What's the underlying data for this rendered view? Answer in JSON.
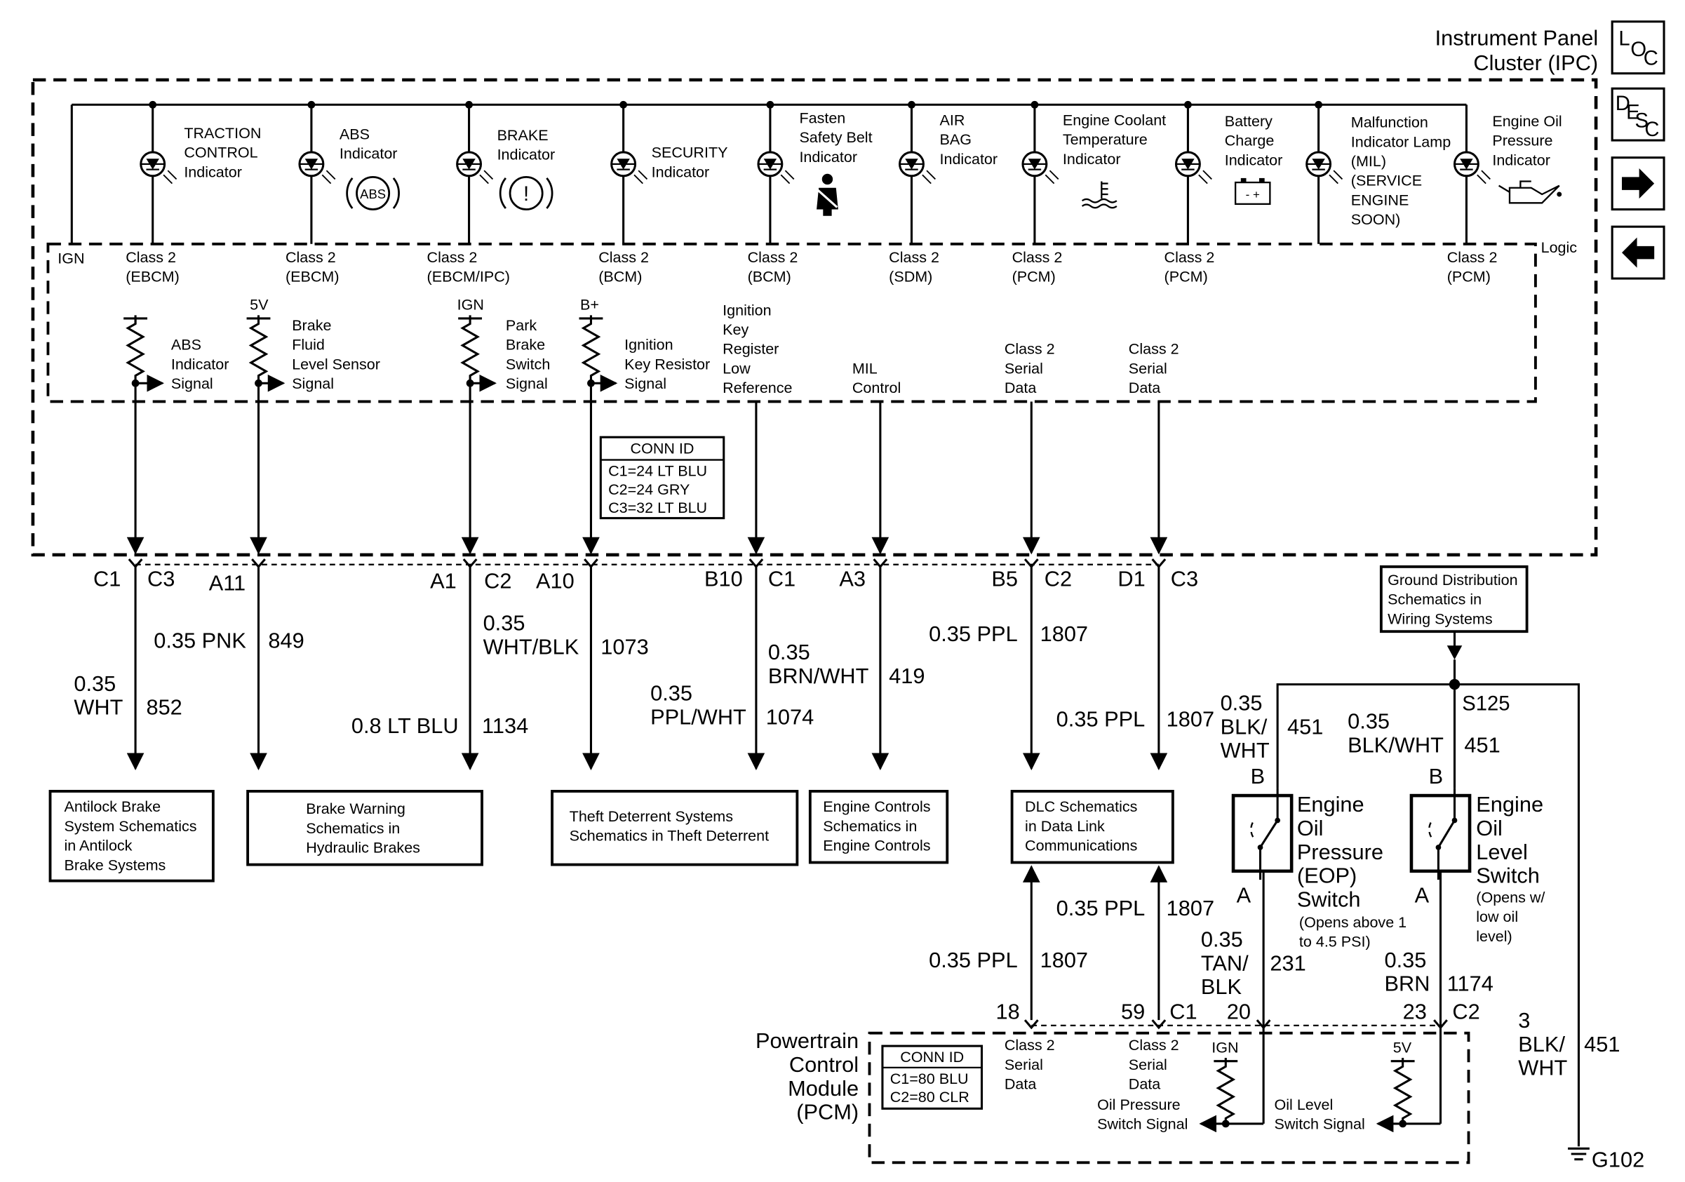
{
  "title": [
    "Instrument Panel",
    "Cluster (IPC)"
  ],
  "nav": {
    "loc": [
      "L",
      "O",
      "C"
    ],
    "desc": [
      "D",
      "E",
      "S",
      "C"
    ],
    "next_icon": "arrow-right-icon",
    "prev_icon": "arrow-left-icon"
  },
  "logic_label": "Logic",
  "ign_label": "IGN",
  "indicators": [
    {
      "label": [
        "TRACTION",
        "CONTROL",
        "Indicator"
      ],
      "bus": [
        "Class 2",
        "(EBCM)"
      ]
    },
    {
      "label": [
        "ABS",
        "Indicator"
      ],
      "bus": [
        "Class 2",
        "(EBCM)"
      ],
      "symbol": "ABS"
    },
    {
      "label": [
        "BRAKE",
        "Indicator"
      ],
      "bus": [
        "Class 2",
        "(EBCM/IPC)"
      ],
      "symbol": "!"
    },
    {
      "label": [
        "SECURITY",
        "Indicator"
      ],
      "bus": [
        "Class 2",
        "(BCM)"
      ]
    },
    {
      "label": [
        "Fasten",
        "Safety Belt",
        "Indicator"
      ],
      "bus": [
        "Class 2",
        "(BCM)"
      ]
    },
    {
      "label": [
        "AIR",
        "BAG",
        "Indicator"
      ],
      "bus": [
        "Class 2",
        "(SDM)"
      ]
    },
    {
      "label": [
        "Engine Coolant",
        "Temperature",
        "Indicator"
      ],
      "bus": [
        "Class 2",
        "(PCM)"
      ]
    },
    {
      "label": [
        "Battery",
        "Charge",
        "Indicator"
      ],
      "bus": [
        "Class 2",
        "(PCM)"
      ],
      "symbol": "- +"
    },
    {
      "label": [
        "Malfunction",
        "Indicator Lamp",
        "(MIL)",
        "(SERVICE",
        "ENGINE",
        "SOON)"
      ]
    },
    {
      "label": [
        "Engine Oil",
        "Pressure",
        "Indicator"
      ],
      "bus": [
        "Class 2",
        "(PCM)"
      ]
    }
  ],
  "signals": [
    {
      "supply": "",
      "label": [
        "ABS",
        "Indicator",
        "Signal"
      ]
    },
    {
      "supply": "5V",
      "label": [
        "Brake",
        "Fluid",
        "Level Sensor",
        "Signal"
      ]
    },
    {
      "supply": "IGN",
      "label": [
        "Park",
        "Brake",
        "Switch",
        "Signal"
      ]
    },
    {
      "supply": "B+",
      "label": [
        "Ignition",
        "Key Resistor",
        "Signal"
      ]
    },
    {
      "label": [
        "Ignition",
        "Key",
        "Register",
        "Low",
        "Reference"
      ]
    },
    {
      "label": [
        "MIL",
        "Control"
      ]
    },
    {
      "label": [
        "Class 2",
        "Serial",
        "Data"
      ]
    },
    {
      "label": [
        "Class 2",
        "Serial",
        "Data"
      ]
    }
  ],
  "conn_id_ipc": {
    "title": "CONN ID",
    "rows": [
      "C1=24 LT BLU",
      "C2=24 GRY",
      "C3=32 LT BLU"
    ]
  },
  "pins": [
    {
      "pin": "C1",
      "conn": "C3"
    },
    {
      "pin": "A11",
      "conn": ""
    },
    {
      "pin": "A1",
      "conn": "C2"
    },
    {
      "pin": "A10",
      "conn": ""
    },
    {
      "pin": "B10",
      "conn": "C1"
    },
    {
      "pin": "A3",
      "conn": ""
    },
    {
      "pin": "B5",
      "conn": "C2"
    },
    {
      "pin": "D1",
      "conn": "C3"
    }
  ],
  "wires": [
    {
      "color": [
        "0.35",
        "WHT"
      ],
      "circuit": "852"
    },
    {
      "color": [
        "0.35 PNK"
      ],
      "circuit": "849"
    },
    {
      "color": [
        "0.8 LT BLU"
      ],
      "circuit": "1134"
    },
    {
      "color": [
        "0.35",
        "WHT/BLK"
      ],
      "circuit": "1073"
    },
    {
      "color": [
        "0.35",
        "PPL/WHT"
      ],
      "circuit": "1074"
    },
    {
      "color": [
        "0.35",
        "BRN/WHT"
      ],
      "circuit": "419"
    },
    {
      "color": [
        "0.35 PPL"
      ],
      "circuit": "1807"
    },
    {
      "color": [
        "0.35 PPL"
      ],
      "circuit": "1807"
    }
  ],
  "destinations": [
    [
      "Antilock Brake",
      "System Schematics",
      "in Antilock",
      "Brake Systems"
    ],
    [
      "Brake Warning",
      "Schematics in",
      "Hydraulic Brakes"
    ],
    [
      "Theft Deterrent Systems",
      "Schematics in Theft Deterrent"
    ],
    [
      "Engine Controls",
      "Schematics in",
      "Engine Controls"
    ],
    [
      "DLC Schematics",
      "in Data Link",
      "Communications"
    ]
  ],
  "ground_box": [
    "Ground Distribution",
    "Schematics in",
    "Wiring Systems"
  ],
  "splice": "S125",
  "ground": "G102",
  "eop_switch": {
    "name": [
      "Engine",
      "Oil",
      "Pressure",
      "(EOP)",
      "Switch"
    ],
    "note": [
      "(Opens above 1",
      "to 4.5 PSI)"
    ],
    "pin_b": "B",
    "pin_a": "A",
    "wire_b": {
      "color": [
        "0.35",
        "BLK/",
        "WHT"
      ],
      "circuit": "451"
    },
    "wire_a": {
      "color": [
        "0.35",
        "TAN/",
        "BLK"
      ],
      "circuit": "231"
    }
  },
  "level_switch": {
    "name": [
      "Engine",
      "Oil",
      "Level",
      "Switch"
    ],
    "note": [
      "(Opens w/",
      "low oil",
      "level)"
    ],
    "pin_b": "B",
    "pin_a": "A",
    "wire_b": {
      "color": [
        "0.35",
        "BLK/WHT"
      ],
      "circuit": "451"
    },
    "wire_a": {
      "color": [
        "0.35",
        "BRN"
      ],
      "circuit": "1174"
    }
  },
  "ground_wire": {
    "color": [
      "3",
      "BLK/",
      "WHT"
    ],
    "circuit": "451"
  },
  "pcm_data": [
    {
      "color": [
        "0.35 PPL"
      ],
      "circuit": "1807"
    },
    {
      "color": [
        "0.35 PPL"
      ],
      "circuit": "1807"
    }
  ],
  "pcm": {
    "title": [
      "Powertrain",
      "Control",
      "Module",
      "(PCM)"
    ],
    "pins": [
      "18",
      "59",
      "C1",
      "20",
      "23",
      "C2"
    ],
    "conn_id": {
      "title": "CONN ID",
      "rows": [
        "C1=80 BLU",
        "C2=80 CLR"
      ]
    },
    "labels": [
      [
        "Class 2",
        "Serial",
        "Data"
      ],
      [
        "Class 2",
        "Serial",
        "Data"
      ]
    ],
    "ign": "IGN",
    "v5": "5V",
    "oil_pressure_signal": [
      "Oil Pressure",
      "Switch Signal"
    ],
    "oil_level_signal": [
      "Oil Level",
      "Switch Signal"
    ]
  }
}
